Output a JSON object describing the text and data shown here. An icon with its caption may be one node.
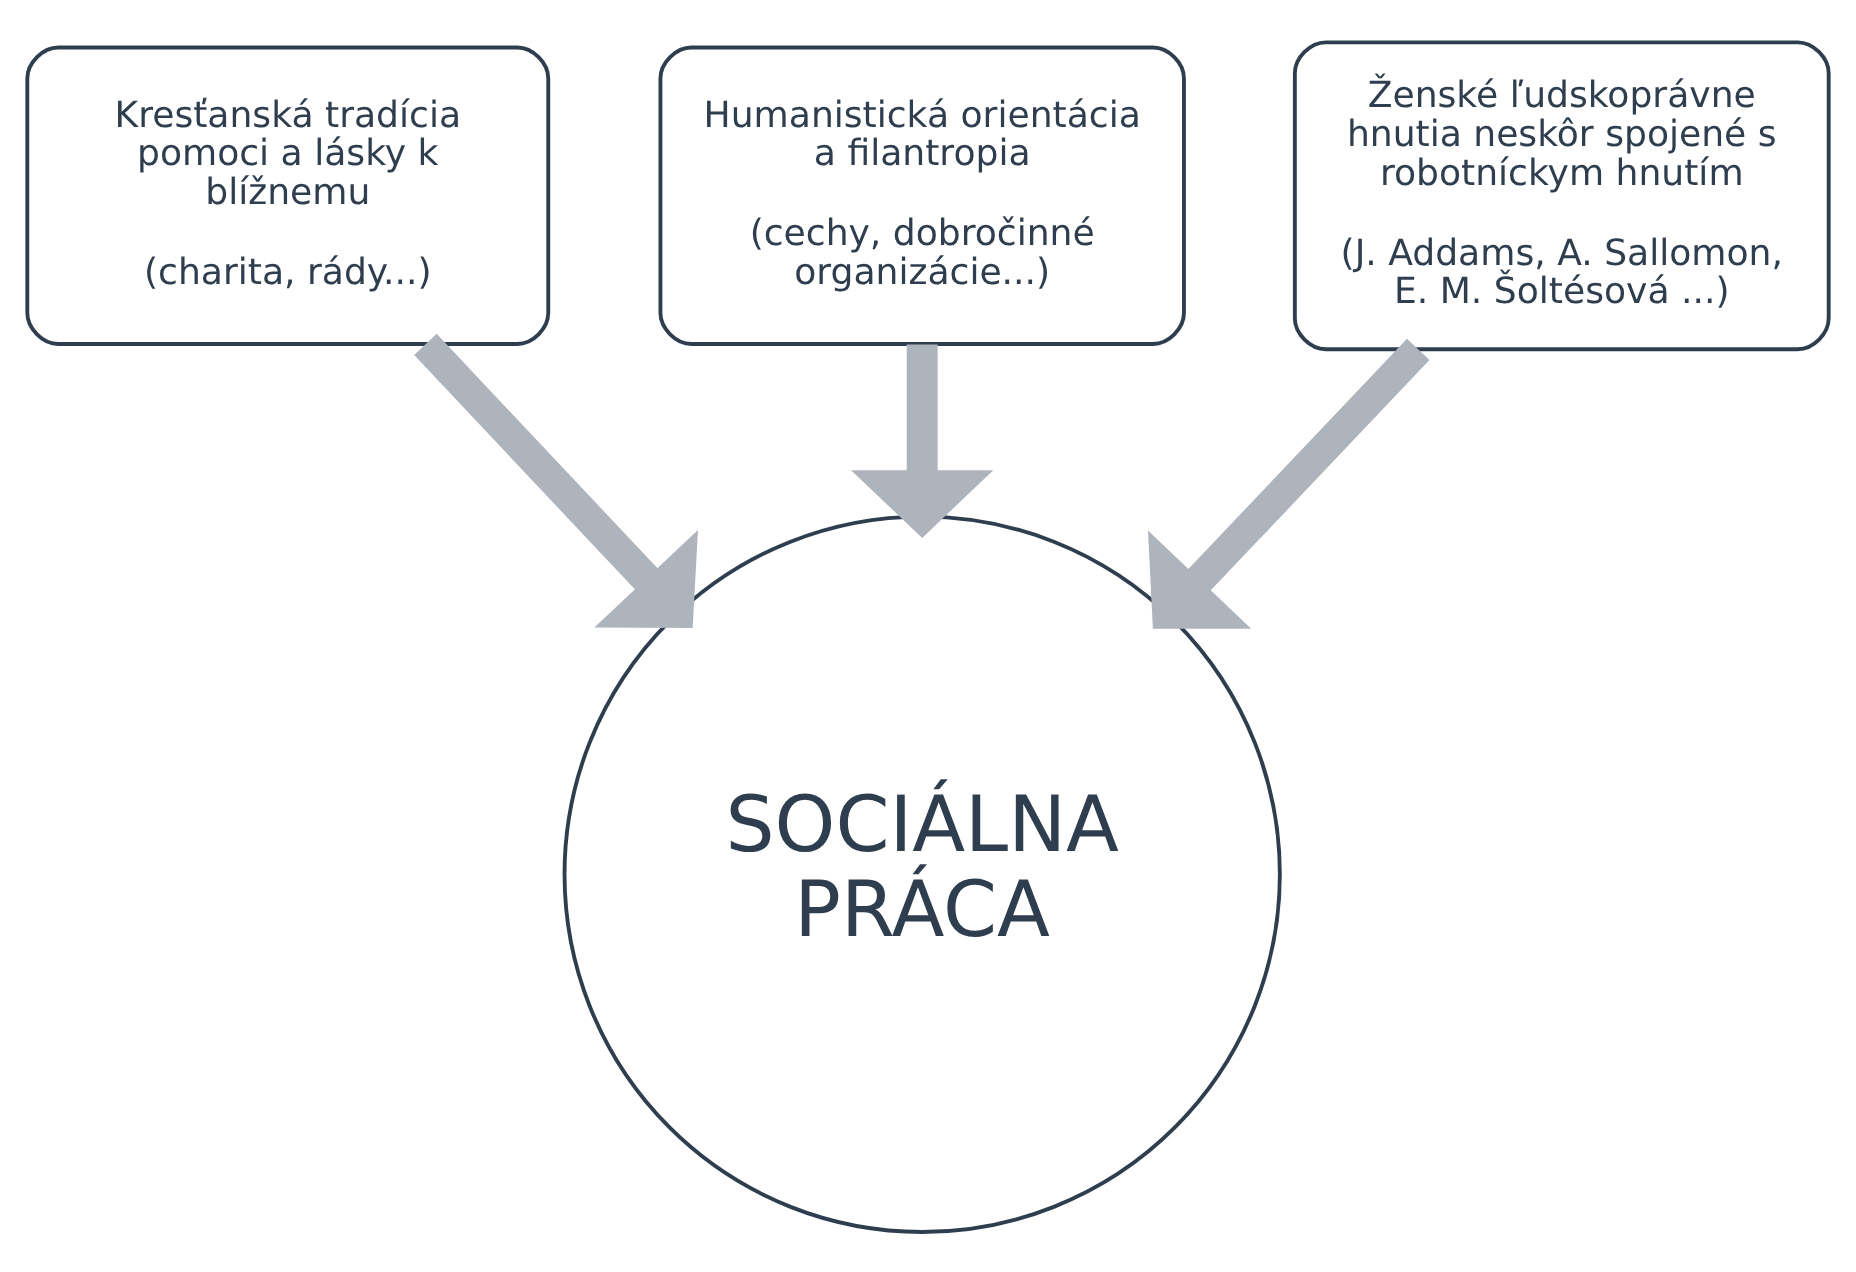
{
  "diagram": {
    "nodes": [
      {
        "text": [
          "Kresťanská tradícia pomoci a lásky k blížnemu",
          "(charita, rády...)"
        ]
      },
      {
        "text": [
          "Humanistická orientácia a filantropia",
          "(cechy, dobročinné organizácie...)"
        ]
      },
      {
        "text": [
          "Ženské ľudskoprávne hnutia neskôr spojené s robotníckym hnutím",
          "(J. Addams, A. Sallomon, E. M. Šoltésová ...)"
        ]
      },
      {
        "text": [
          "SOCIÁLNA PRÁCA"
        ]
      }
    ],
    "edges": [
      {
        "from": 0,
        "to": 3,
        "arrow": "to"
      },
      {
        "from": 1,
        "to": 3,
        "arrow": "to"
      },
      {
        "from": 2,
        "to": 3,
        "arrow": "to"
      }
    ]
  }
}
